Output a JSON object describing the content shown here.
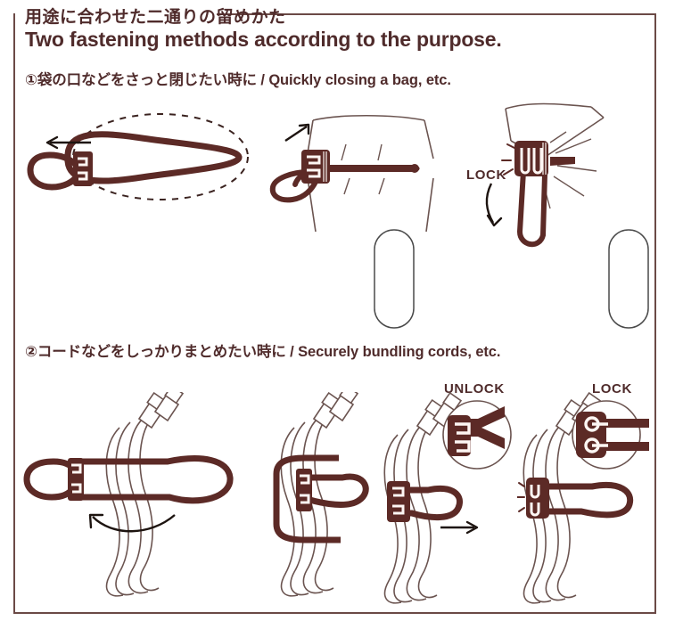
{
  "theme": {
    "ink": "#4f2b2b",
    "cord_dark": "#5c2a26",
    "outline_light": "#6b5450",
    "frame": "#6b4a46",
    "background": "#ffffff"
  },
  "header": {
    "title_ja": "用途に合わせた二通りの留めかた",
    "title_en": "Two fastening methods according to the purpose."
  },
  "sections": [
    {
      "id": "section-1",
      "heading": "①袋の口などをさっと閉じたい時に / Quickly closing a bag, etc.",
      "figures": [
        {
          "id": "fig-1-1",
          "name": "cord-loop-stretch",
          "icons": [
            "arrow-left-icon",
            "dashed-oval-icon",
            "cord-loop",
            "clip-buckle-icon"
          ]
        },
        {
          "id": "fig-1-2",
          "name": "bag-wrapped-with-cord",
          "icons": [
            "arrow-up-right-icon",
            "bag-outline",
            "clip-buckle-icon",
            "cord-loop",
            "pill-outline"
          ]
        },
        {
          "id": "fig-1-3",
          "name": "bag-cinched-locked",
          "label": "LOCK",
          "icons": [
            "bag-outline",
            "clip-buckle-icon",
            "cord-loop",
            "curved-arrow-down-icon",
            "sparkle-icon",
            "pill-outline"
          ]
        }
      ]
    },
    {
      "id": "section-2",
      "heading": "②コードなどをしっかりまとめたい時に / Securely bundling cords, etc.",
      "figures": [
        {
          "id": "fig-2-1",
          "name": "cable-bundle-strap-around",
          "icons": [
            "cable-coil",
            "connector-plug",
            "clip-buckle-icon",
            "cord-loop",
            "curved-arrow-left-icon"
          ]
        },
        {
          "id": "fig-2-2",
          "name": "cable-bundle-strap-wrapped",
          "icons": [
            "cable-coil",
            "connector-plug",
            "clip-buckle-icon",
            "cord-loop"
          ]
        },
        {
          "id": "fig-2-3",
          "name": "cable-bundle-unlocked",
          "label": "UNLOCK",
          "icons": [
            "cable-coil",
            "connector-plug",
            "clip-buckle-icon",
            "cord-loop",
            "arrow-right-icon",
            "detail-circle"
          ]
        },
        {
          "id": "fig-2-4",
          "name": "cable-bundle-locked",
          "label": "LOCK",
          "icons": [
            "cable-coil",
            "connector-plug",
            "clip-buckle-icon",
            "cord-loop",
            "sparkle-icon",
            "detail-circle"
          ]
        }
      ]
    }
  ],
  "labels": {
    "lock": "LOCK",
    "unlock": "UNLOCK"
  }
}
